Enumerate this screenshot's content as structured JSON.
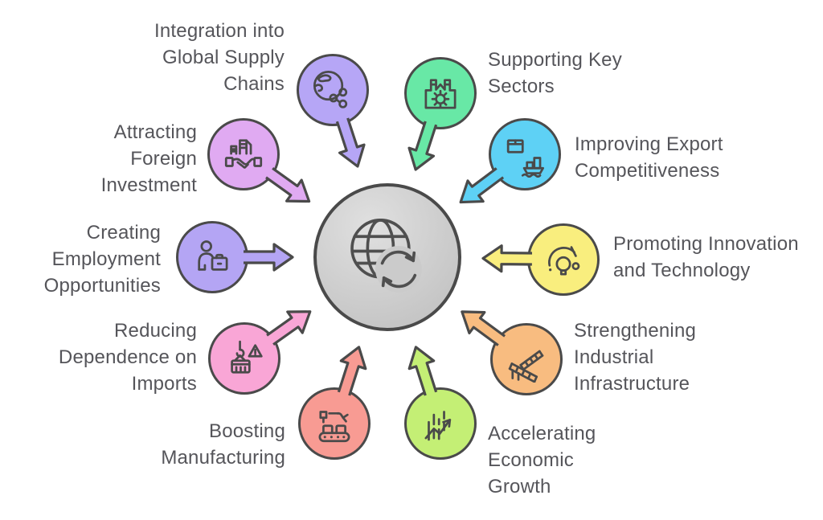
{
  "diagram": {
    "type": "radial-cycle-infographic",
    "background_color": "#ffffff",
    "outline_color": "#4a4a4a",
    "text_color": "#55555a",
    "center": {
      "icon": "globe-sync-icon",
      "fill": "gray-gradient"
    },
    "nodes": [
      {
        "label": "Integration into\nGlobal Supply\nChains",
        "icon": "globe-network-icon",
        "color": "#b6a6f6"
      },
      {
        "label": "Supporting Key\nSectors",
        "icon": "factory-gear-icon",
        "color": "#68e8a6"
      },
      {
        "label": "Improving Export\nCompetitiveness",
        "icon": "cargo-ship-icon",
        "color": "#5ed1f5"
      },
      {
        "label": "Promoting Innovation\nand Technology",
        "icon": "lightbulb-gauge-icon",
        "color": "#f9ee7e"
      },
      {
        "label": "Strengthening\nIndustrial\nInfrastructure",
        "icon": "bridge-truss-icon",
        "color": "#f8bc80"
      },
      {
        "label": "Accelerating\nEconomic\nGrowth",
        "icon": "growth-chart-icon",
        "color": "#c4ef75"
      },
      {
        "label": "Boosting\nManufacturing",
        "icon": "robot-conveyor-icon",
        "color": "#f89b93"
      },
      {
        "label": "Reducing\nDependence on\nImports",
        "icon": "crane-warning-icon",
        "color": "#f9a6d6"
      },
      {
        "label": "Creating\nEmployment\nOpportunities",
        "icon": "person-briefcase-icon",
        "color": "#b4a5f4"
      },
      {
        "label": "Attracting\nForeign\nInvestment",
        "icon": "buildings-handshake-icon",
        "color": "#e0aaf2"
      }
    ]
  }
}
